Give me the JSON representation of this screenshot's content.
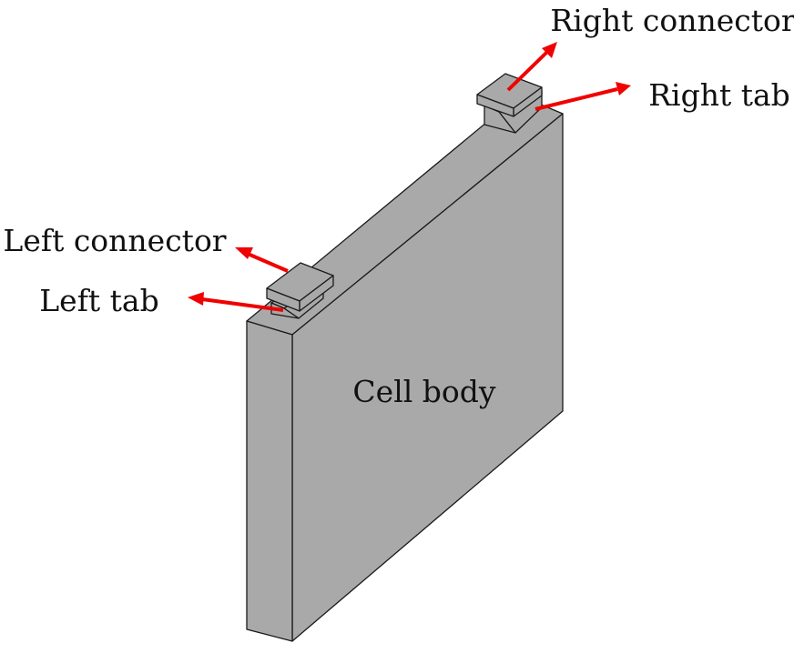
{
  "labels": {
    "cell_body": "Cell body",
    "left_connector": "Left connector",
    "left_tab": "Left tab",
    "right_connector": "Right connector",
    "right_tab": "Right tab"
  },
  "colors": {
    "body_fill": "#a9a9a9",
    "outline": "#1a1a1a",
    "arrow": "#f00000",
    "background": "#ffffff"
  }
}
